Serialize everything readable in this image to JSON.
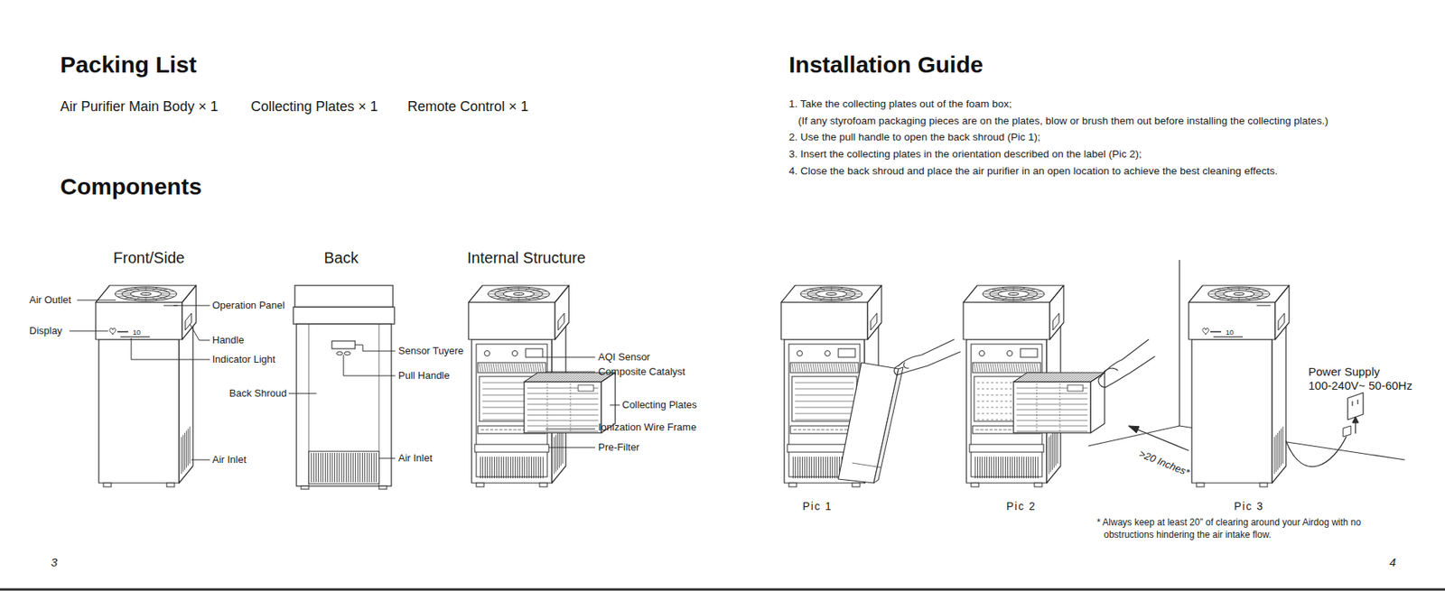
{
  "diagram": {
    "labels": [
      "Packing List",
      "Air Purifier Main Body × 1",
      "Collecting Plates × 1",
      "Remote Control × 1",
      "Components",
      "Front/Side",
      "Back",
      "Internal Structure",
      "Air Outlet",
      "Display",
      "10",
      "Operation Panel",
      "Handle",
      "Indicator Light",
      "Back Shroud",
      "Air Inlet",
      "Sensor Tuyere",
      "Pull Handle",
      "Air Inlet",
      "AQI Sensor",
      "Composite Catalyst",
      "Collecting Plates",
      "Ionization Wire Frame",
      "Pre-Filter",
      "3",
      "Installation Guide",
      "1. Take the collecting plates out of the foam box;",
      "(If any styrofoam packaging pieces are on the plates, blow or brush them out before installing the collecting plates.)",
      "2. Use the pull handle to open the back shroud (Pic 1);",
      "3. Insert the collecting plates in the orientation described on the label (Pic 2);",
      "4. Close the back shroud and place the air purifier in an open location to achieve the best cleaning effects.",
      "10",
      ">20 Inches*",
      "Power Supply",
      "100-240V~ 50-60Hz",
      "Pic 1",
      "Pic 2",
      "Pic 3",
      "* Always keep at least 20” of clearing around your Airdog with no obstructions hindering the air intake flow.",
      "4"
    ]
  }
}
